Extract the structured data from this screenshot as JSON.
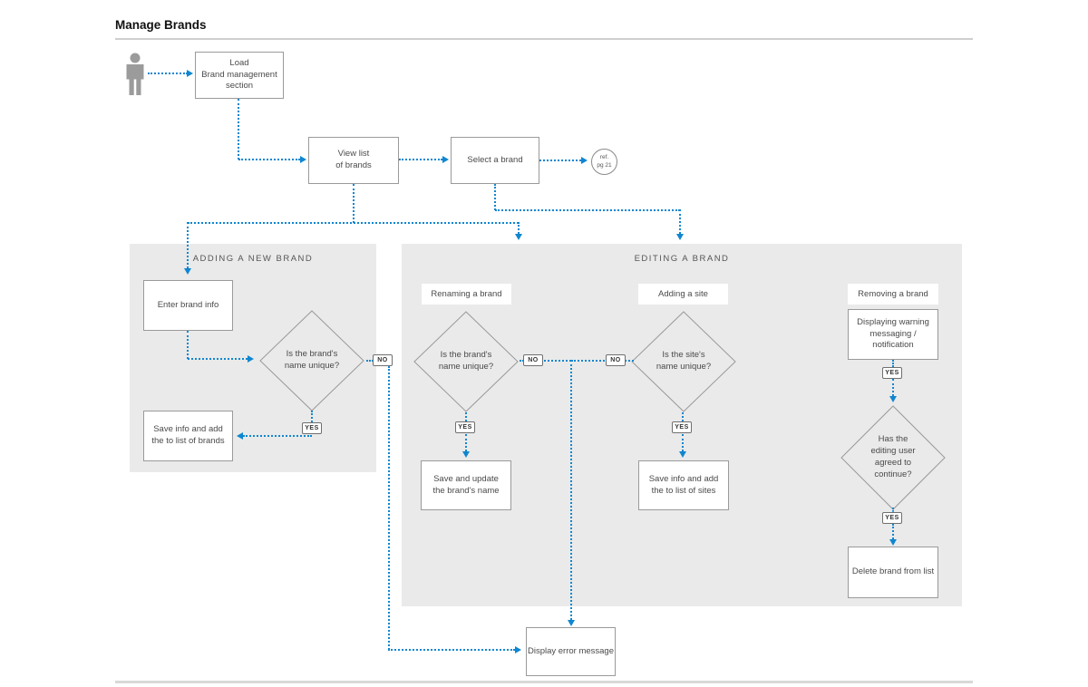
{
  "title": "Manage Brands",
  "intro_flow": {
    "load_section": "Load\nBrand management\nsection",
    "view_list": "View list\nof brands",
    "select_brand": "Select a brand",
    "ref_note": "ref.\npg 21"
  },
  "adding_panel": {
    "header": "ADDING A NEW BRAND",
    "enter_info": "Enter brand info",
    "unique_question": "Is the brand's\nname unique?",
    "no_label": "NO",
    "yes_label": "YES",
    "save_action": "Save info and add\nthe to list of brands"
  },
  "editing_panel": {
    "header": "EDITING A BRAND",
    "renaming": {
      "label": "Renaming a brand",
      "unique_question": "Is the brand's\nname unique?",
      "no_label": "NO",
      "yes_label": "YES",
      "save_action": "Save and update\nthe brand's name"
    },
    "adding_site": {
      "label": "Adding a site",
      "unique_question": "Is the site's\nname unique?",
      "no_label": "NO",
      "yes_label": "YES",
      "save_action": "Save info and add\nthe to list of sites"
    },
    "removing": {
      "label": "Removing a brand",
      "warning_step": "Displaying warning\nmessaging / notification",
      "yes_label_1": "YES",
      "agree_question": "Has the\nediting user\nagreed to\ncontinue?",
      "yes_label_2": "YES",
      "delete_action": "Delete brand from list"
    }
  },
  "error_flow": {
    "display_error": "Display error message"
  },
  "colors": {
    "connector_blue": "#0f86d0",
    "panel_gray": "#eaeaea",
    "box_border_gray": "#9a9a9a"
  }
}
